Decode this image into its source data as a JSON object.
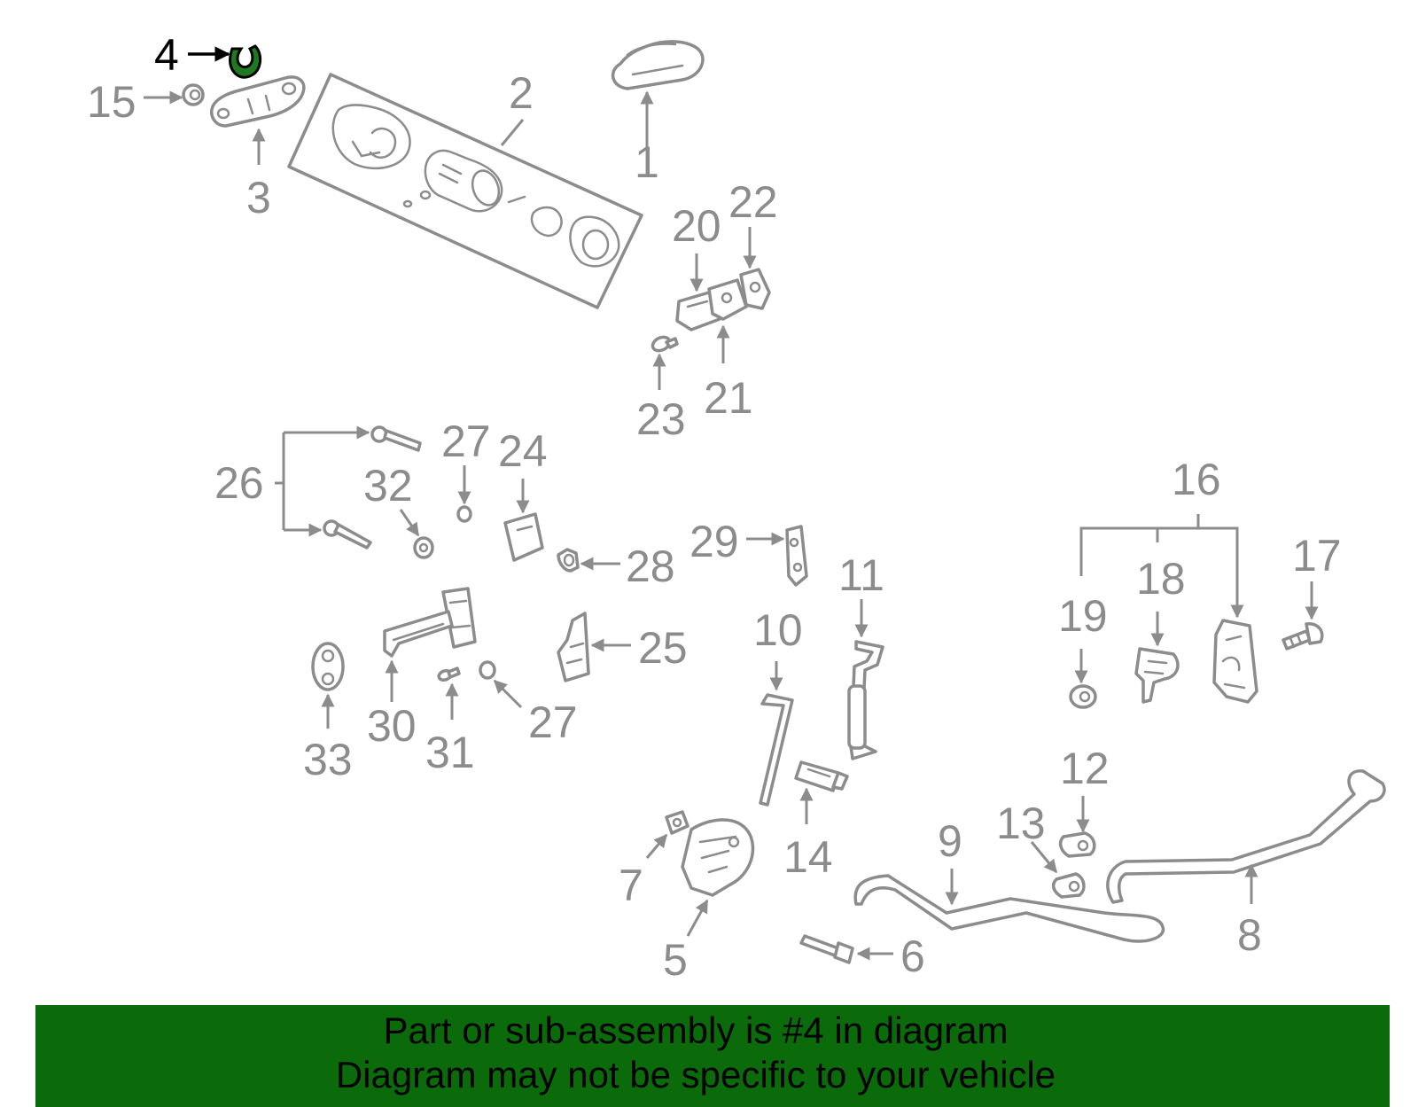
{
  "highlight": {
    "part_number": "4",
    "color": "#0b6b0b"
  },
  "colors": {
    "line_art": "#8c8c8c",
    "banner_background": "#0b6b0b",
    "highlight_outline": "#000000"
  },
  "callouts": {
    "c1": "1",
    "c2": "2",
    "c3": "3",
    "c4": "4",
    "c5": "5",
    "c6": "6",
    "c7": "7",
    "c8": "8",
    "c9": "9",
    "c10": "10",
    "c11": "11",
    "c12": "12",
    "c13": "13",
    "c14": "14",
    "c15": "15",
    "c16": "16",
    "c17": "17",
    "c18": "18",
    "c19": "19",
    "c20": "20",
    "c21": "21",
    "c22": "22",
    "c23": "23",
    "c24": "24",
    "c25": "25",
    "c26": "26",
    "c27a": "27",
    "c27b": "27",
    "c28": "28",
    "c29": "29",
    "c30": "30",
    "c31": "31",
    "c32": "32",
    "c33": "33"
  },
  "banner": {
    "line1": "Part or sub-assembly is #4 in diagram",
    "line2": "Diagram may not be specific to your vehicle"
  }
}
